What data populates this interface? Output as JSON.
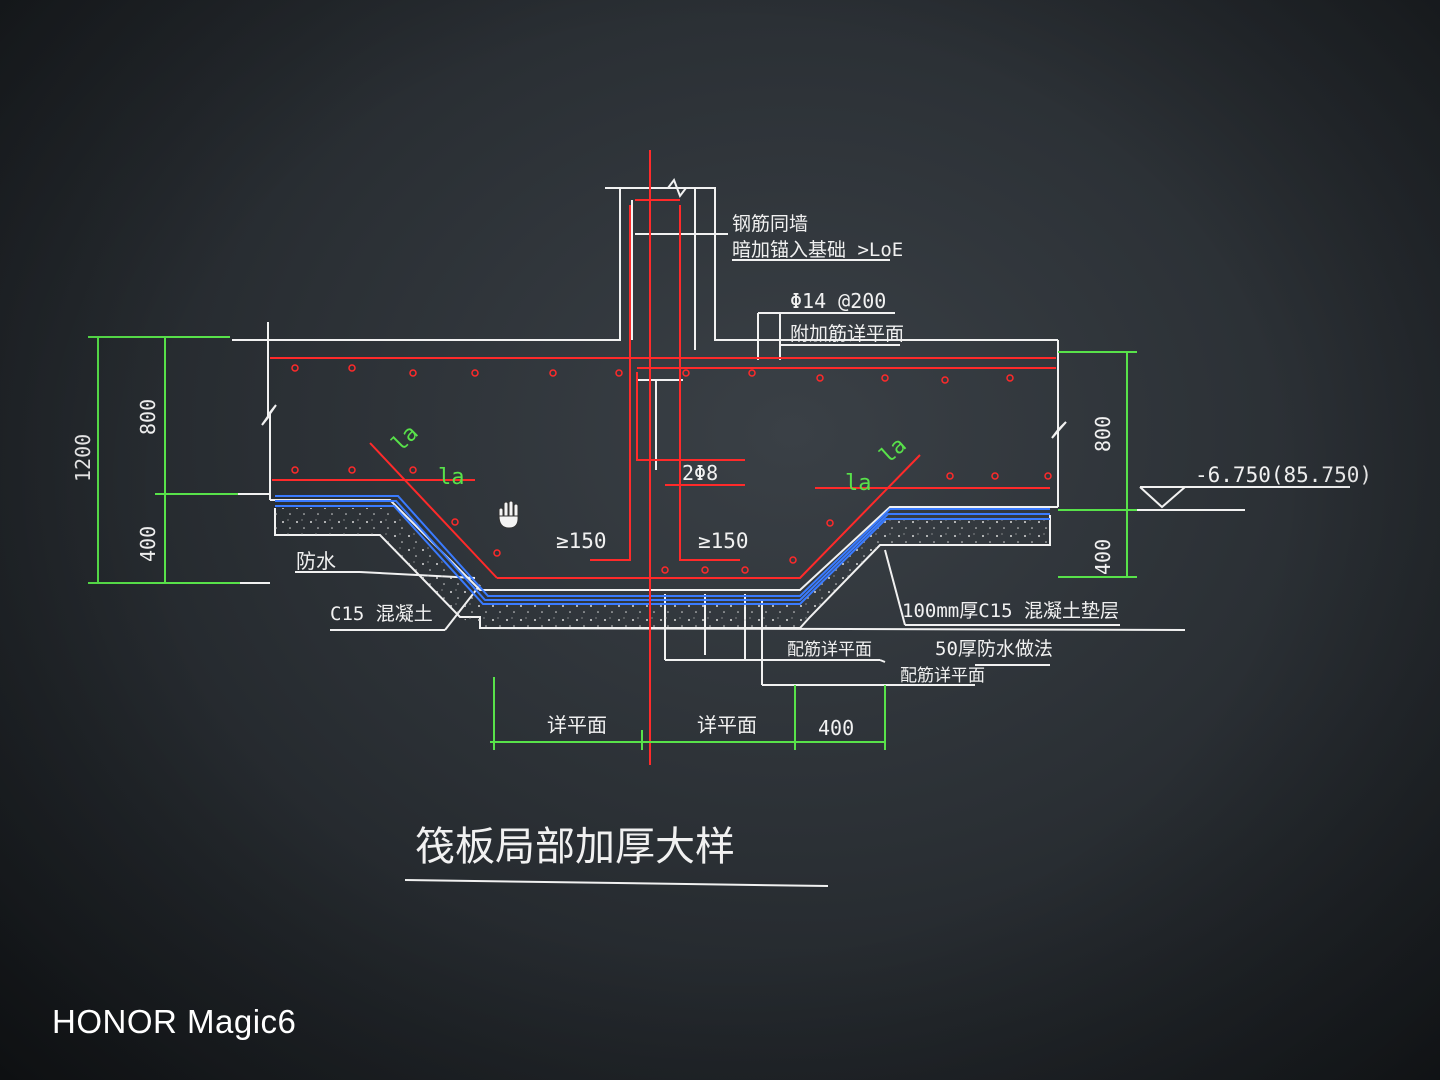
{
  "title": "筏板局部加厚大样",
  "watermark": "HONOR Magic6",
  "annotations": {
    "wall_line1": "钢筋同墙",
    "wall_line2": "暗加锚入基础 >LoE",
    "rebar_spec": "Φ14 @200",
    "rebar_note": "附加筋详平面",
    "la": "la",
    "stirrup": "2Φ8",
    "min_150": "≥150",
    "waterproof": "防水",
    "c15": "C15 混凝土",
    "cushion": "100mm厚C15 混凝土垫层",
    "waterproof_method": "50厚防水做法",
    "rebar_plan1": "配筋详平面",
    "rebar_plan2": "配筋详平面",
    "elevation": "-6.750(85.750)"
  },
  "dimensions": {
    "left_total": "1200",
    "left_upper": "800",
    "left_lower": "400",
    "right_upper": "800",
    "right_lower": "400",
    "bottom_left": "详平面",
    "bottom_mid": "详平面",
    "bottom_right": "400"
  },
  "colors": {
    "line": "#f1f1f1",
    "rebar": "#ff2a2a",
    "dimension": "#58e24a",
    "waterproof": "#3a7bff"
  }
}
